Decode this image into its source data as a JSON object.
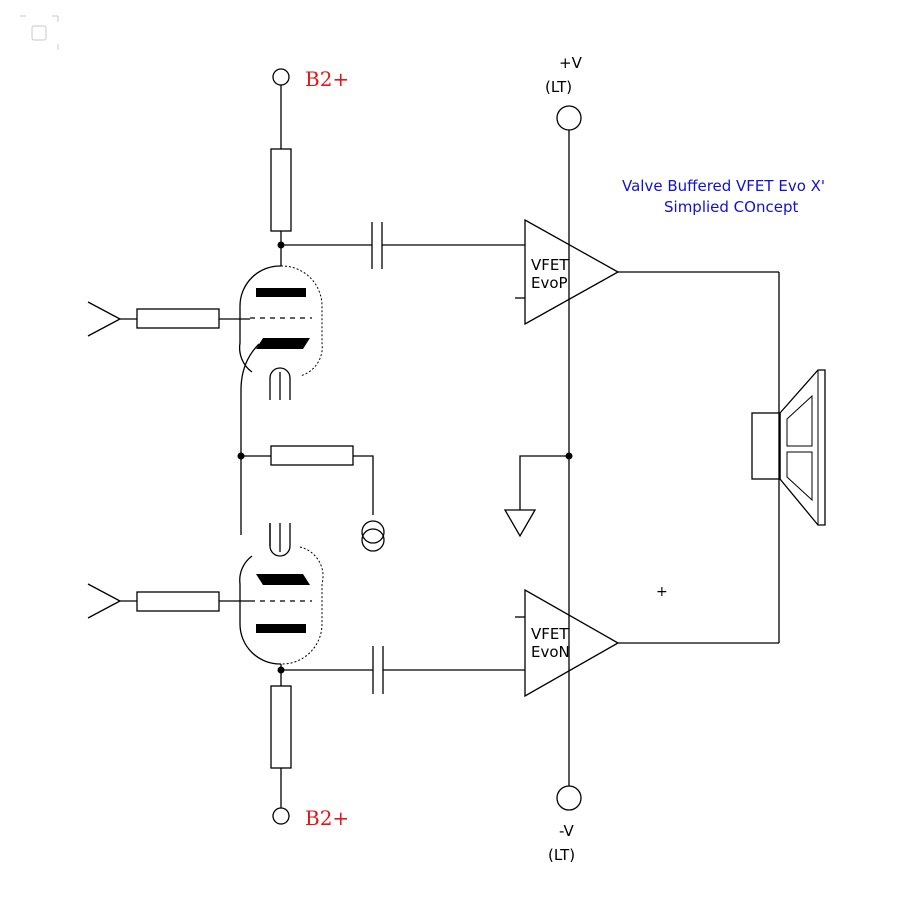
{
  "title": {
    "line1": "Valve Buffered VFET Evo X'",
    "line2": "Simplied COncept"
  },
  "rails": {
    "top_b2": "B2+",
    "bottom_b2": "B2+",
    "pos_v": "+V",
    "pos_lt": "(LT)",
    "neg_v": "-V",
    "neg_lt": "(LT)"
  },
  "amps": {
    "upper": {
      "line1": "VFET",
      "line2": "EvoP"
    },
    "lower": {
      "line1": "VFET",
      "line2": "EvoN"
    }
  },
  "cursor_mark": "+",
  "colors": {
    "title": "#1010d8",
    "b2_label": "#e01818",
    "wire": "#000000"
  }
}
